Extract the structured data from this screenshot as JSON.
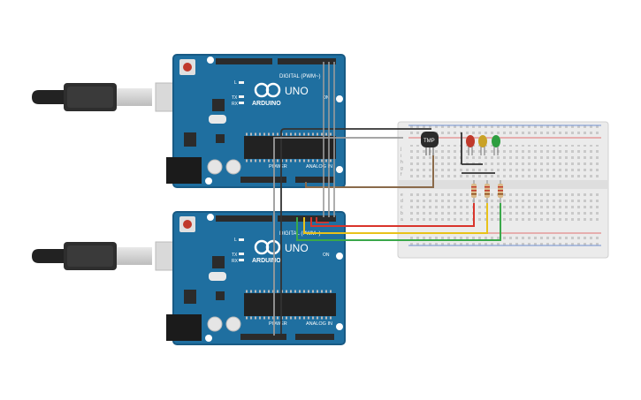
{
  "boards": [
    {
      "id": "top",
      "brand": "ARDUINO",
      "model": "UNO",
      "header_digital": "DIGITAL (PWM~)",
      "header_power": "POWER",
      "header_analog": "ANALOG IN",
      "tx": "TX",
      "rx": "RX",
      "l": "L",
      "on": "ON"
    },
    {
      "id": "bottom",
      "brand": "ARDUINO",
      "model": "UNO",
      "header_digital": "DIGITAL (PWM~)",
      "header_power": "POWER",
      "header_analog": "ANALOG IN",
      "tx": "TX",
      "rx": "RX",
      "l": "L",
      "on": "ON"
    }
  ],
  "sensor": {
    "label": "TMP"
  },
  "breadboard": {
    "row_letters_top": [
      "j",
      "i",
      "h",
      "g",
      "f"
    ],
    "row_letters_bottom": [
      "e",
      "d",
      "c",
      "b",
      "a"
    ]
  },
  "leds": [
    {
      "name": "red-led",
      "color": "#c0392b"
    },
    {
      "name": "yellow-led",
      "color": "#c9a227"
    },
    {
      "name": "green-led",
      "color": "#2e9e3f"
    }
  ],
  "colors": {
    "board": "#1f6fa0",
    "board_dark": "#185a84",
    "wire_red": "#d9342b",
    "wire_yellow": "#e8c21a",
    "wire_green": "#3aa84a",
    "wire_brown": "#8a6a4a",
    "wire_black": "#333333",
    "wire_gray": "#9a9a9a"
  }
}
